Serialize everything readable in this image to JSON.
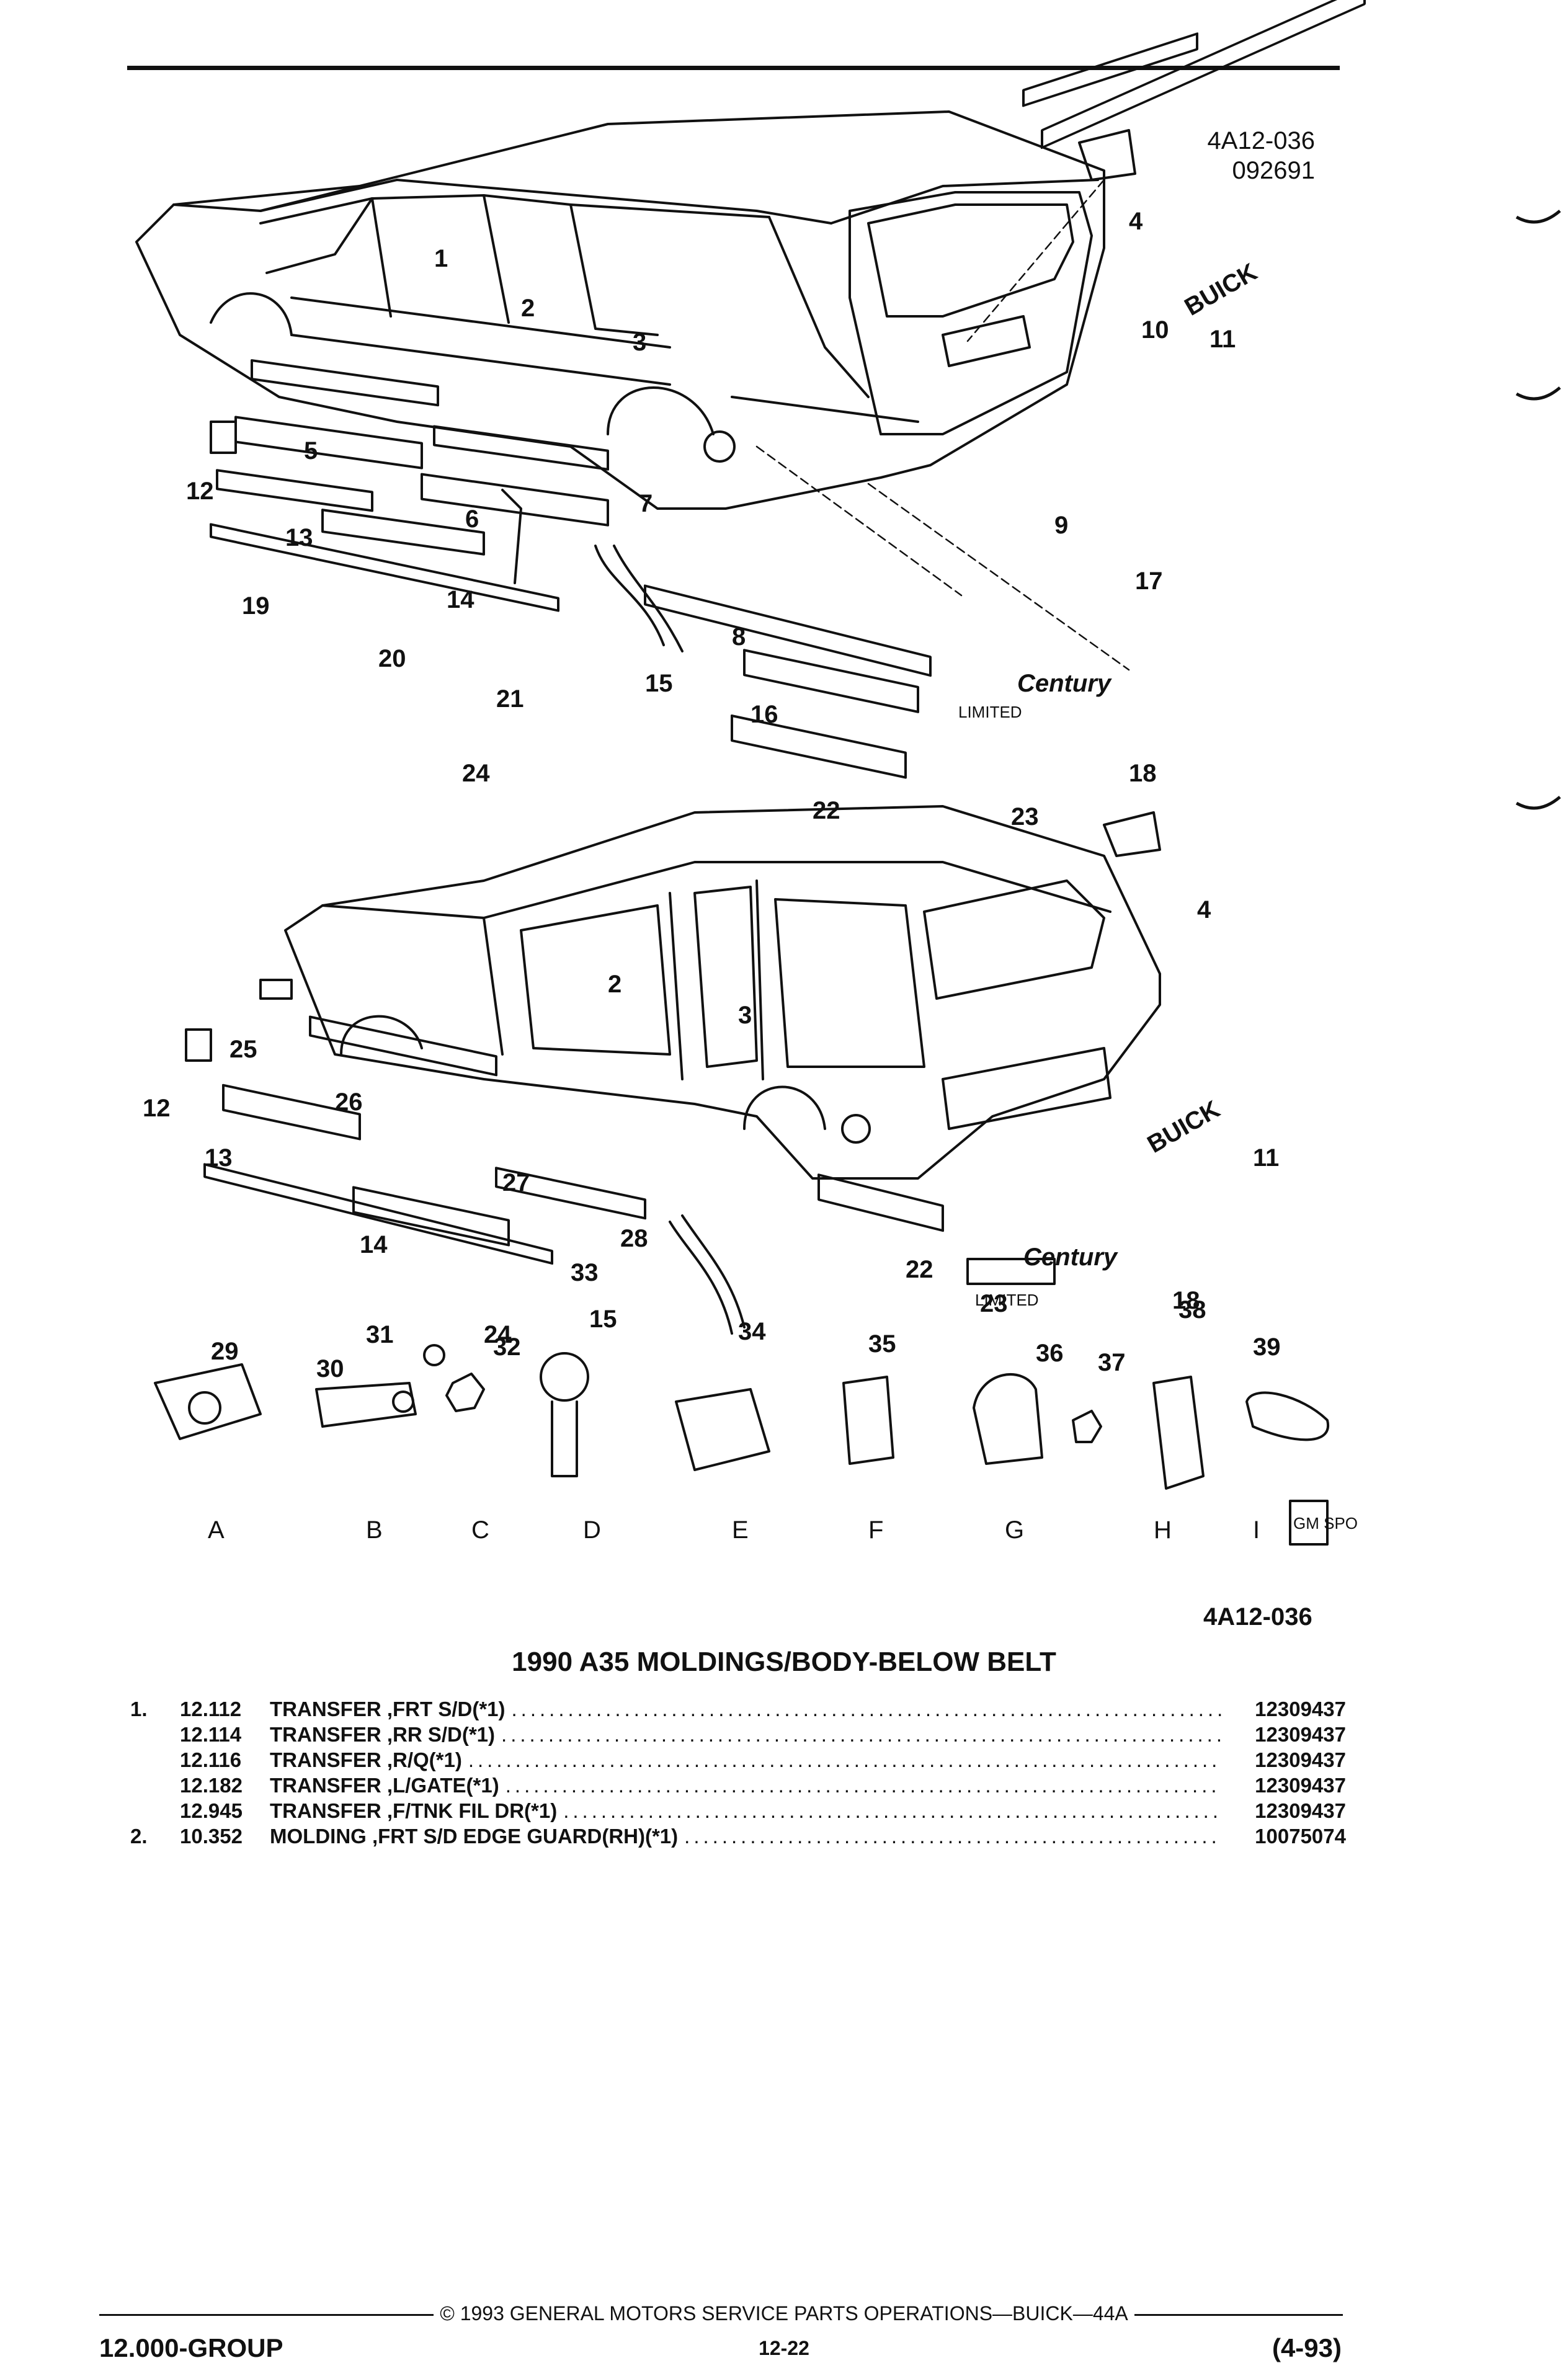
{
  "header": {
    "code_top": "4A12-036",
    "code_date": "092691"
  },
  "diagram": {
    "top_callouts": [
      "1",
      "2",
      "3",
      "4",
      "5",
      "6",
      "7",
      "8",
      "9",
      "10",
      "11",
      "12",
      "13",
      "14",
      "15",
      "16",
      "17",
      "18",
      "19",
      "20",
      "21",
      "22",
      "23",
      "24"
    ],
    "bottom_callouts": [
      "2",
      "3",
      "4",
      "11",
      "12",
      "13",
      "14",
      "15",
      "18",
      "22",
      "23",
      "24",
      "25",
      "26",
      "27",
      "28"
    ],
    "fastener_callouts": [
      "29",
      "30",
      "31",
      "32",
      "33",
      "34",
      "35",
      "36",
      "37",
      "38",
      "39"
    ],
    "fastener_letters": [
      "A",
      "B",
      "C",
      "D",
      "E",
      "F",
      "G",
      "H",
      "I"
    ],
    "badge_buick": "BUICK",
    "badge_limited": "LIMITED",
    "badge_century": "Century",
    "gm_logo": "GM SPO",
    "code_bottom": "4A12-036"
  },
  "parts_list": {
    "title": "1990 A35 MOLDINGS/BODY-BELOW BELT",
    "rows": [
      {
        "index": "1.",
        "number": "12.112",
        "description": "TRANSFER ,FRT S/D(*1)",
        "part": "12309437"
      },
      {
        "index": "",
        "number": "12.114",
        "description": "TRANSFER ,RR S/D(*1)",
        "part": "12309437"
      },
      {
        "index": "",
        "number": "12.116",
        "description": "TRANSFER ,R/Q(*1)",
        "part": "12309437"
      },
      {
        "index": "",
        "number": "12.182",
        "description": "TRANSFER ,L/GATE(*1)",
        "part": "12309437"
      },
      {
        "index": "",
        "number": "12.945",
        "description": "TRANSFER ,F/TNK FIL DR(*1)",
        "part": "12309437"
      },
      {
        "index": "2.",
        "number": "10.352",
        "description": "MOLDING ,FRT S/D EDGE GUARD(RH)(*1)",
        "part": "10075074"
      }
    ]
  },
  "footer": {
    "copyright": "© 1993 GENERAL MOTORS SERVICE PARTS OPERATIONS—BUICK—44A",
    "group": "12.000-GROUP",
    "page": "12-22",
    "date": "(4-93)"
  }
}
